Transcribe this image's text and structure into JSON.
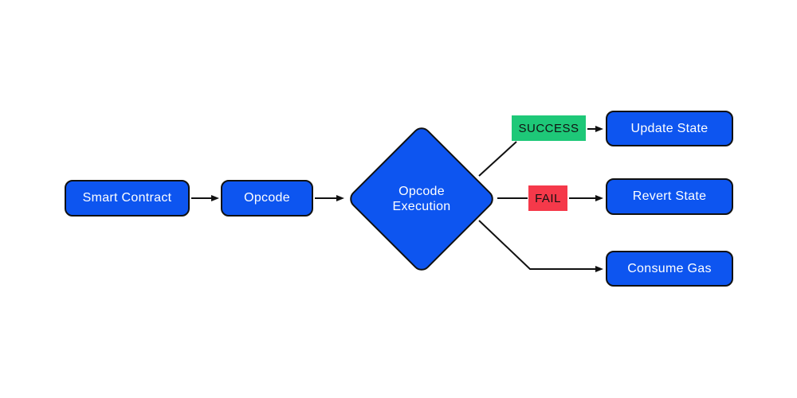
{
  "diagram": {
    "type": "flowchart",
    "background": "#ffffff",
    "colors": {
      "node_fill": "#0d55f0",
      "node_border": "#111111",
      "node_text": "#ffffff",
      "success_label_fill": "#1ec878",
      "fail_label_fill": "#f5394a",
      "edge_label_text": "#111111",
      "connector": "#111111"
    },
    "nodes": {
      "smart_contract": {
        "label": "Smart Contract",
        "shape": "rounded-rect"
      },
      "opcode": {
        "label": "Opcode",
        "shape": "rounded-rect"
      },
      "opcode_execution": {
        "label": "Opcode Execution",
        "shape": "diamond"
      },
      "update_state": {
        "label": "Update State",
        "shape": "rounded-rect"
      },
      "revert_state": {
        "label": "Revert State",
        "shape": "rounded-rect"
      },
      "consume_gas": {
        "label": "Consume Gas",
        "shape": "rounded-rect"
      }
    },
    "edge_labels": {
      "success": "SUCCESS",
      "fail": "FAIL"
    },
    "edges": [
      {
        "from": "smart_contract",
        "to": "opcode"
      },
      {
        "from": "opcode",
        "to": "opcode_execution"
      },
      {
        "from": "opcode_execution",
        "to": "update_state",
        "label": "SUCCESS"
      },
      {
        "from": "opcode_execution",
        "to": "revert_state",
        "label": "FAIL"
      },
      {
        "from": "opcode_execution",
        "to": "consume_gas"
      }
    ]
  }
}
